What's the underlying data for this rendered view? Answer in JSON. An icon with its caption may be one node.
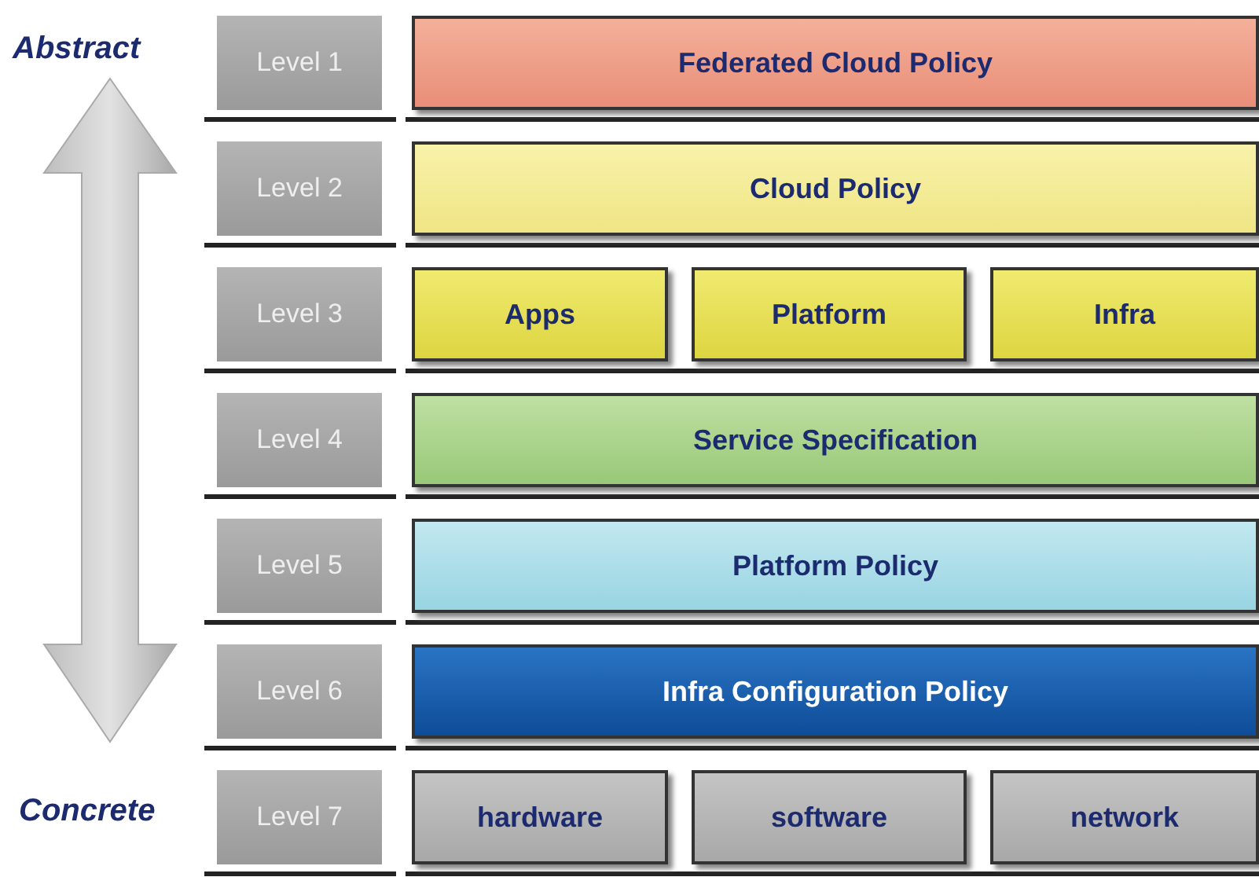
{
  "diagram": {
    "nodes": [
      {
        "text": [
          "Level 1"
        ]
      },
      {
        "text": [
          "Federated Cloud Policy"
        ]
      },
      {
        "text": [
          "Level 2"
        ]
      },
      {
        "text": [
          "Cloud Policy"
        ]
      },
      {
        "text": [
          "Level 3"
        ]
      },
      {
        "text": [
          "Apps"
        ]
      },
      {
        "text": [
          "Platform"
        ]
      },
      {
        "text": [
          "Infra"
        ]
      },
      {
        "text": [
          "Level 4"
        ]
      },
      {
        "text": [
          "Service Specification"
        ]
      },
      {
        "text": [
          "Level 5"
        ]
      },
      {
        "text": [
          "Platform Policy"
        ]
      },
      {
        "text": [
          "Level 6"
        ]
      },
      {
        "text": [
          "Infra Configuration Policy"
        ]
      },
      {
        "text": [
          "Level 7"
        ]
      },
      {
        "text": [
          "hardware"
        ]
      },
      {
        "text": [
          "software"
        ]
      },
      {
        "text": [
          "network"
        ]
      }
    ],
    "labels": [
      "Abstract",
      "Concrete"
    ]
  }
}
